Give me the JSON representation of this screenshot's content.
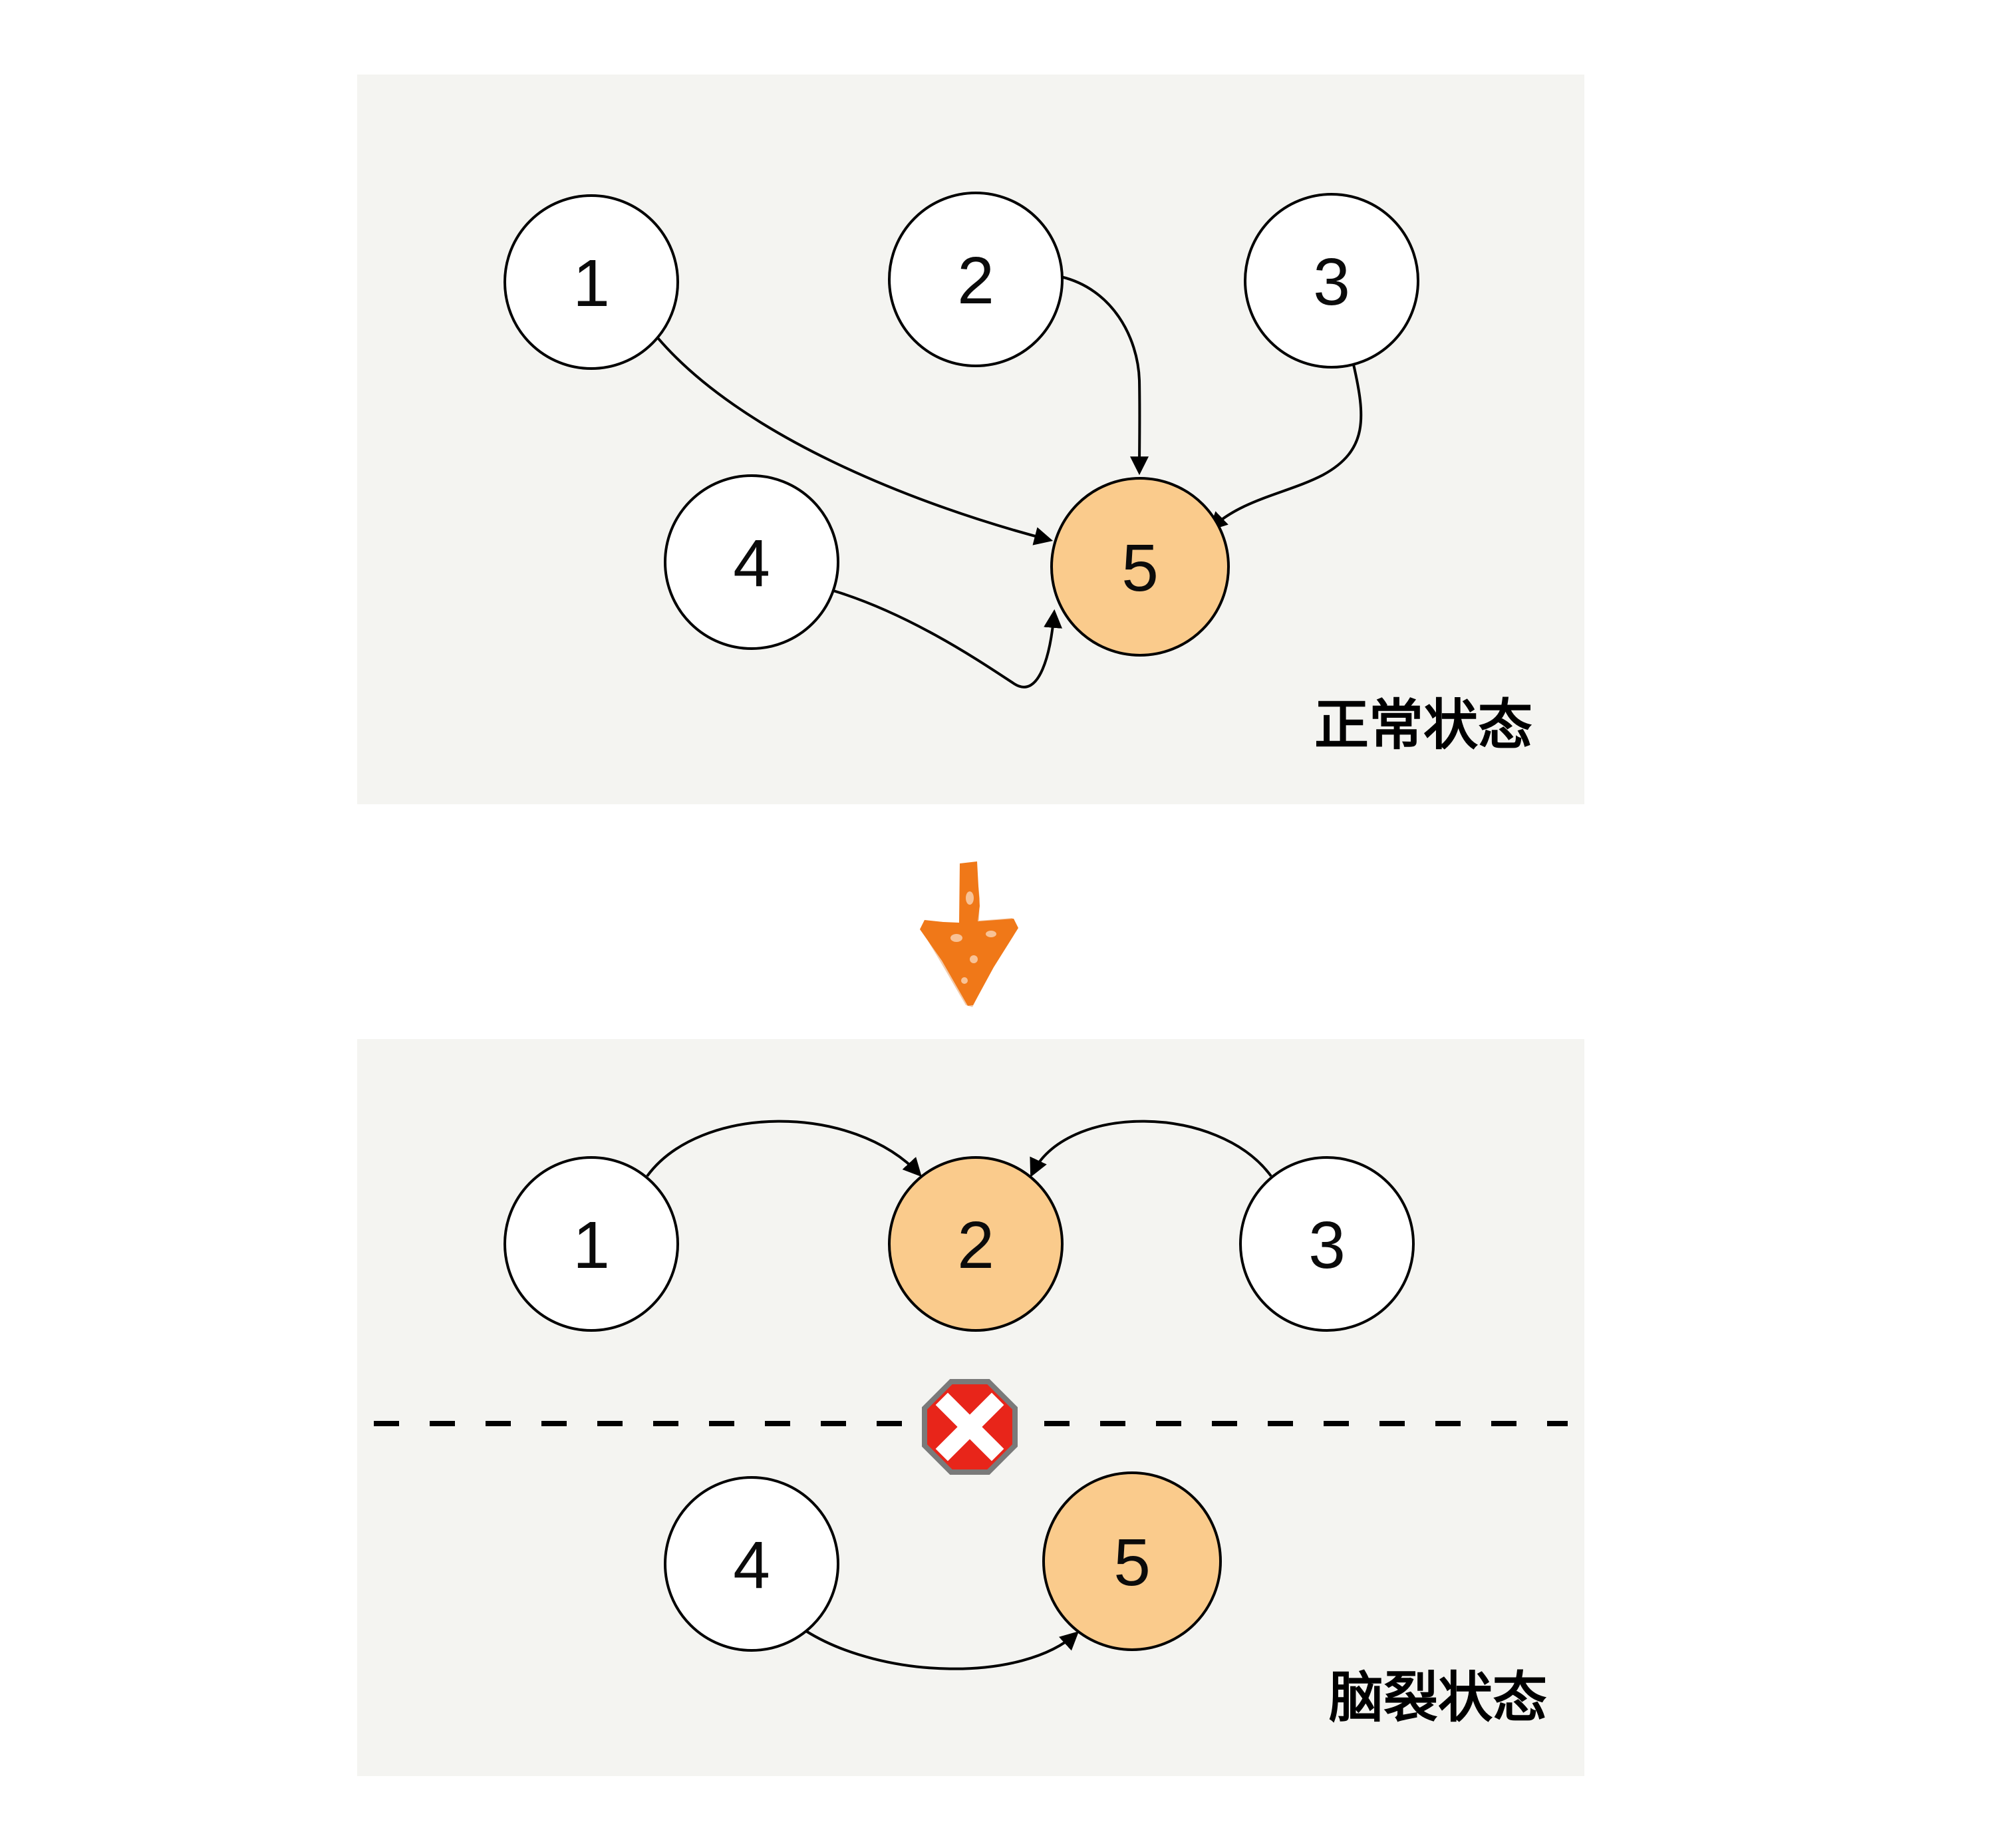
{
  "panels": {
    "normal": {
      "label": "正常状态",
      "nodes": [
        {
          "id": "1",
          "label": "1",
          "role": "node"
        },
        {
          "id": "2",
          "label": "2",
          "role": "node"
        },
        {
          "id": "3",
          "label": "3",
          "role": "node"
        },
        {
          "id": "4",
          "label": "4",
          "role": "node"
        },
        {
          "id": "5",
          "label": "5",
          "role": "leader"
        }
      ],
      "edges": [
        "1→5",
        "2→5",
        "3→5",
        "4→5"
      ]
    },
    "split": {
      "label": "脑裂状态",
      "nodes": [
        {
          "id": "1",
          "label": "1",
          "role": "node"
        },
        {
          "id": "2",
          "label": "2",
          "role": "leader"
        },
        {
          "id": "3",
          "label": "3",
          "role": "node"
        },
        {
          "id": "4",
          "label": "4",
          "role": "node"
        },
        {
          "id": "5",
          "label": "5",
          "role": "leader"
        }
      ],
      "edges": [
        "1→2",
        "3→2",
        "4→5"
      ],
      "partition": {
        "icon": "network-partition-blocked-x-octagon"
      }
    }
  },
  "transition": {
    "icon": "hand-drawn-down-arrow"
  },
  "colors": {
    "panel_background": "#F4F4F1",
    "node_fill": "#FFFFFF",
    "leader_fill": "#FACB8C",
    "stroke": "#000000",
    "transition_arrow_orange": "#F07818",
    "blocked_red": "#E8251A",
    "blocked_border_gray": "#7A7A7A",
    "x_mark": "#FFFFFF"
  }
}
